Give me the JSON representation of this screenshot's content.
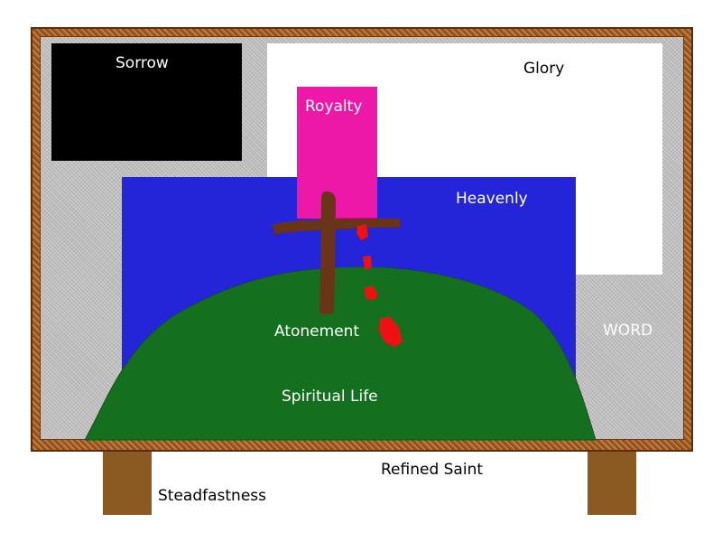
{
  "colors": {
    "frame": "#b06a30",
    "word_field": "#bcbcbc",
    "sorrow": "#000000",
    "glory": "#ffffff",
    "heavenly": "#2424d8",
    "royalty": "#ee18a8",
    "spiritual_life": "#14701e",
    "cross": "#6a3418",
    "blood": "#ee1111",
    "legs": "#8a5a22"
  },
  "labels": {
    "sorrow": "Sorrow",
    "glory": "Glory",
    "royalty": "Royalty",
    "heavenly": "Heavenly",
    "word": "WORD",
    "atonement": "Atonement",
    "spiritual_life": "Spiritual Life",
    "refined_saint": "Refined Saint",
    "steadfastness": "Steadfastness"
  }
}
